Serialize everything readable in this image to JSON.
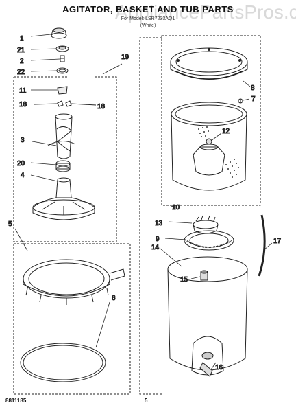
{
  "title": "AGITATOR, BASKET AND TUB PARTS",
  "subtitle_1": "For Model: LSR7233AQ1",
  "subtitle_2": "(White)",
  "watermark": "AppliancePartsPros.com",
  "doc_id": "8811185",
  "page_number": "5",
  "callouts": {
    "c1": "1",
    "c21": "21",
    "c2": "2",
    "c22": "22",
    "c19": "19",
    "c11": "11",
    "c18a": "18",
    "c18b": "18",
    "c3": "3",
    "c20": "20",
    "c4": "4",
    "c5": "5",
    "c6": "6",
    "c8": "8",
    "c7": "7",
    "c12": "12",
    "c10": "10",
    "c13": "13",
    "c9": "9",
    "c14": "14",
    "c17": "17",
    "c15": "15",
    "c16": "16"
  }
}
